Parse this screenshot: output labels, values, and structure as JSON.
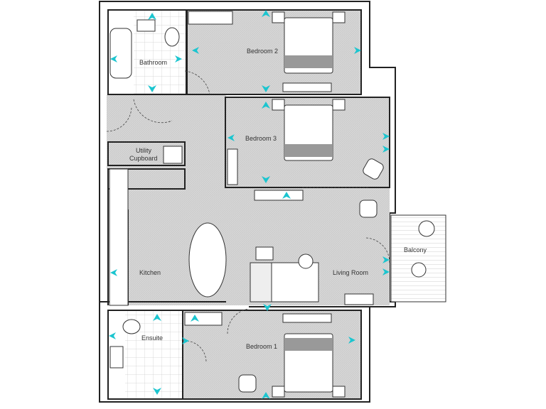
{
  "rooms": {
    "bathroom": "Bathroom",
    "bedroom2": "Bedroom 2",
    "bedroom3": "Bedroom 3",
    "utility_line1": "Utility",
    "utility_line2": "Cupboard",
    "kitchen": "Kitchen",
    "living_room": "Living Room",
    "balcony": "Balcony",
    "ensuite": "Ensuite",
    "bedroom1": "Bedroom 1"
  },
  "colors": {
    "arrow": "#1bc5cf",
    "floor": "#dadada",
    "wall": "#222222"
  }
}
